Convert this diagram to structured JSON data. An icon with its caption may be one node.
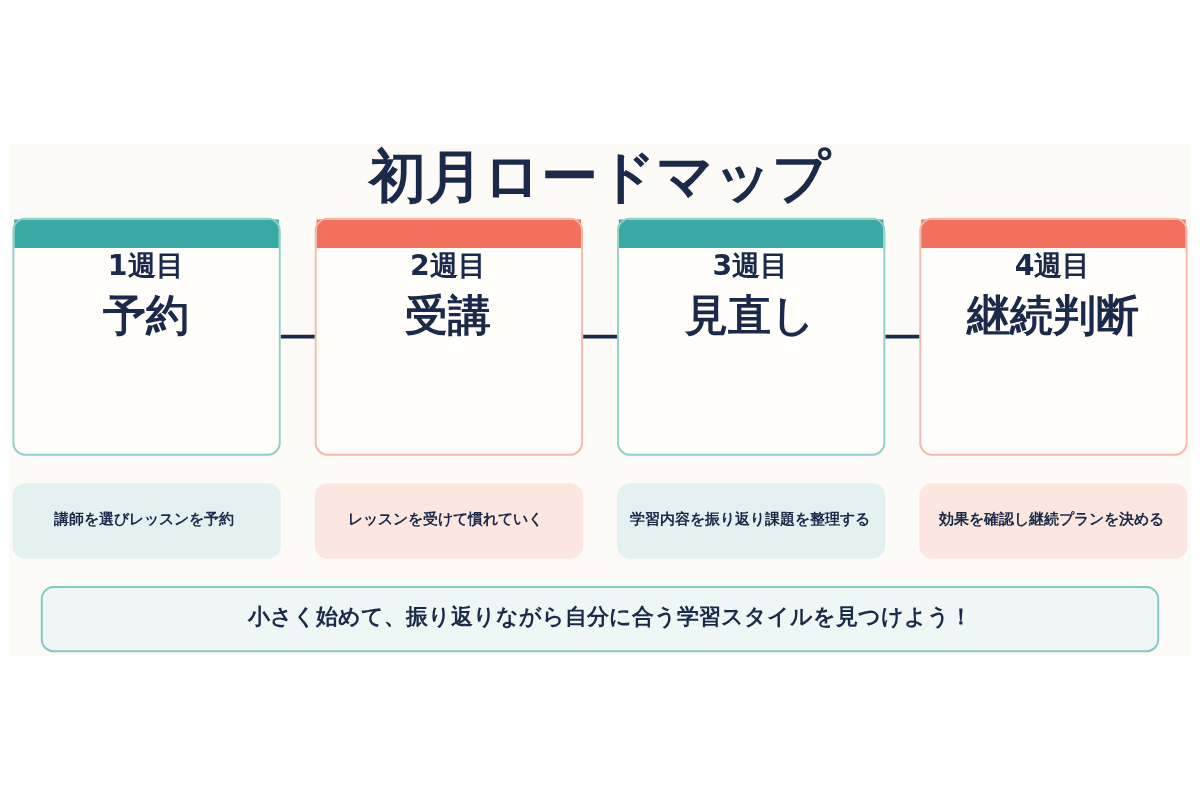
{
  "diagram": {
    "title": "初月ロードマップ",
    "nodes": [
      {
        "text": [
          "1週目",
          "予約"
        ]
      },
      {
        "text": [
          "2週目",
          "受講"
        ]
      },
      {
        "text": [
          "3週目",
          "見直し"
        ]
      },
      {
        "text": [
          "4週目",
          "継続判断"
        ]
      },
      {
        "text": [
          "講師を選びレッスンを予約"
        ]
      },
      {
        "text": [
          "レッスンを受けて慣れていく"
        ]
      },
      {
        "text": [
          "学習内容を振り返り課題を整理する"
        ]
      },
      {
        "text": [
          "効果を確認し継続プランを決める"
        ]
      },
      {
        "text": [
          "小さく始めて、振り返りながら自分に合う学習スタイルを見つけよう！"
        ]
      }
    ],
    "edges": [
      {
        "from": 0,
        "to": 1,
        "arrow": "none"
      },
      {
        "from": 1,
        "to": 2,
        "arrow": "none"
      },
      {
        "from": 2,
        "to": 3,
        "arrow": "none"
      }
    ]
  }
}
